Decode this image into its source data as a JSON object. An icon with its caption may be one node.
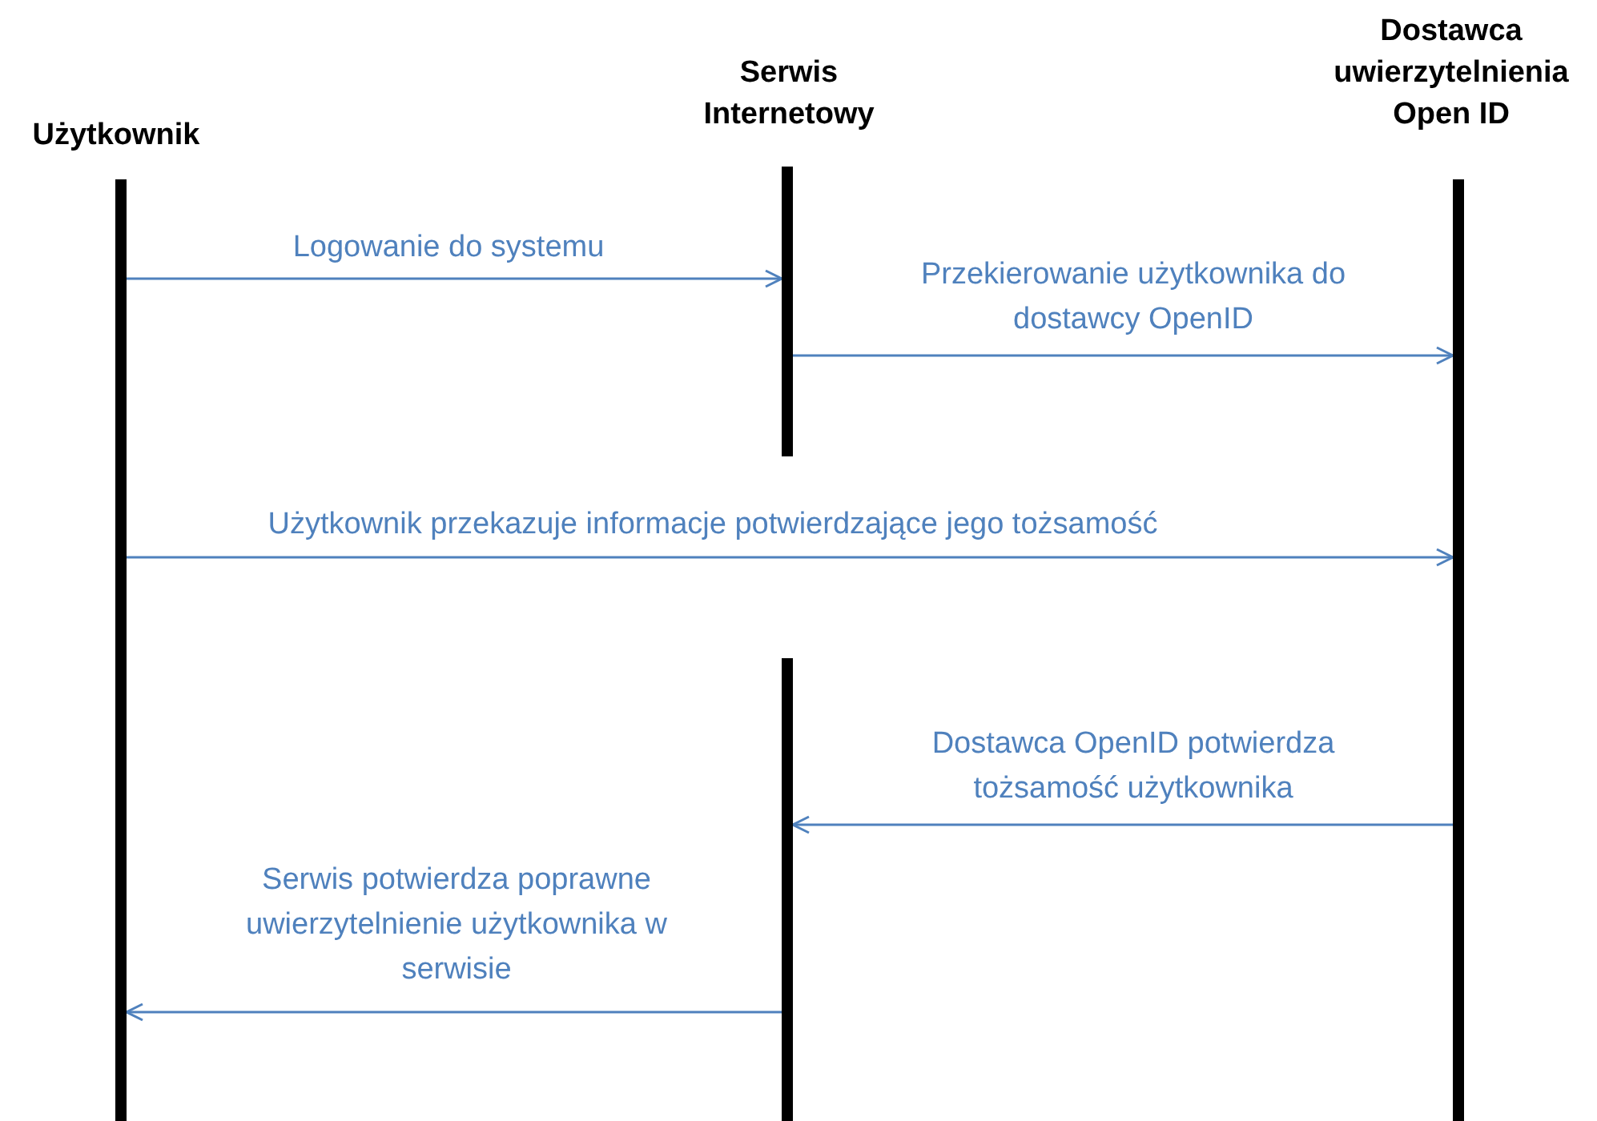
{
  "diagram": {
    "nodes": [
      {
        "text": [
          "Użytkownik"
        ]
      },
      {
        "text": [
          "Serwis Internetowy"
        ]
      },
      {
        "text": [
          "Dostawca uwierzytelnienia Open ID"
        ]
      },
      {
        "text": [],
        "shape": "bar"
      },
      {
        "text": [],
        "shape": "bar"
      },
      {
        "text": [],
        "shape": "bar"
      },
      {
        "text": [],
        "shape": "bar"
      }
    ],
    "edges": [
      {
        "from": 3,
        "to": 4,
        "arrow": "to",
        "label": "Logowanie do systemu"
      },
      {
        "from": 4,
        "to": 6,
        "arrow": "to",
        "label": "Przekierowanie użytkownika do dostawcy OpenID"
      },
      {
        "from": 3,
        "to": 6,
        "arrow": "to",
        "label": "Użytkownik przekazuje informacje potwierdzające jego tożsamość"
      },
      {
        "from": 6,
        "to": 5,
        "arrow": "to",
        "label": "Dostawca OpenID potwierdza tożsamość użytkownika"
      },
      {
        "from": 5,
        "to": 3,
        "arrow": "to",
        "label": "Serwis potwierdza poprawne uwierzytelnienie użytkownika w serwisie"
      }
    ]
  }
}
